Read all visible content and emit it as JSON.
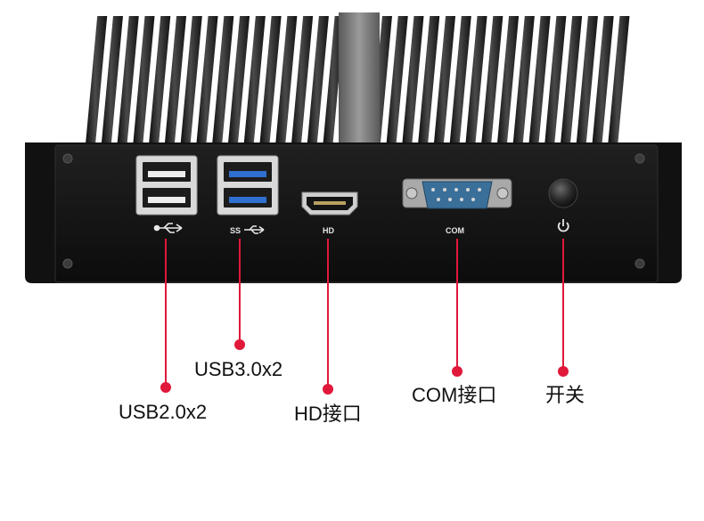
{
  "device": {
    "panel_labels": {
      "hd": "HD",
      "com": "COM",
      "ss": "SS"
    },
    "icons": {
      "usb2": "usb-icon",
      "usb3": "usb-ss-icon",
      "power": "power-icon"
    }
  },
  "callouts": {
    "usb2": "USB2.0x2",
    "usb3": "USB3.0x2",
    "hd": "HD接口",
    "com": "COM接口",
    "power": "开关"
  },
  "colors": {
    "callout_red": "#e0183a",
    "chassis": "#1b1b1b",
    "usb3_blue": "#2f6fd0",
    "com_blue": "#3a6f9a"
  }
}
